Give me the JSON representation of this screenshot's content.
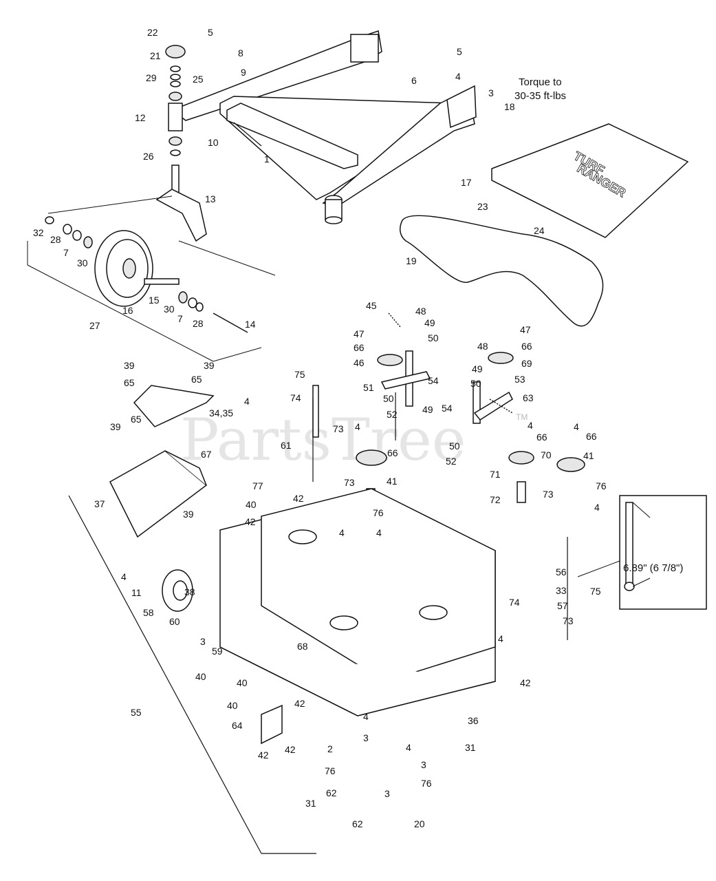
{
  "torque_note": [
    "Torque to",
    "30-35 ft-lbs"
  ],
  "dimension_note": "6.89\" (6 7/8\")",
  "watermark": "PartsTree",
  "trademark": "TM",
  "deck_brand": [
    "TURF",
    "RANGER"
  ],
  "callouts": [
    {
      "id": "c22",
      "text": "22"
    },
    {
      "id": "c21",
      "text": "21"
    },
    {
      "id": "c29",
      "text": "29"
    },
    {
      "id": "c12",
      "text": "12"
    },
    {
      "id": "c26",
      "text": "26"
    },
    {
      "id": "c5a",
      "text": "5"
    },
    {
      "id": "c8",
      "text": "8"
    },
    {
      "id": "c9",
      "text": "9"
    },
    {
      "id": "c25",
      "text": "25"
    },
    {
      "id": "c10",
      "text": "10"
    },
    {
      "id": "c1",
      "text": "1"
    },
    {
      "id": "c5b",
      "text": "5"
    },
    {
      "id": "c6",
      "text": "6"
    },
    {
      "id": "c4a",
      "text": "4"
    },
    {
      "id": "c3a",
      "text": "3"
    },
    {
      "id": "c18",
      "text": "18"
    },
    {
      "id": "c17",
      "text": "17"
    },
    {
      "id": "c23",
      "text": "23"
    },
    {
      "id": "c24",
      "text": "24"
    },
    {
      "id": "c19",
      "text": "19"
    },
    {
      "id": "c13",
      "text": "13"
    },
    {
      "id": "c32",
      "text": "32"
    },
    {
      "id": "c28a",
      "text": "28"
    },
    {
      "id": "c7a",
      "text": "7"
    },
    {
      "id": "c30a",
      "text": "30"
    },
    {
      "id": "c15",
      "text": "15"
    },
    {
      "id": "c16",
      "text": "16"
    },
    {
      "id": "c30b",
      "text": "30"
    },
    {
      "id": "c7b",
      "text": "7"
    },
    {
      "id": "c28b",
      "text": "28"
    },
    {
      "id": "c14",
      "text": "14"
    },
    {
      "id": "c27",
      "text": "27"
    },
    {
      "id": "c45",
      "text": "45"
    },
    {
      "id": "c48a",
      "text": "48"
    },
    {
      "id": "c49a",
      "text": "49"
    },
    {
      "id": "c47a",
      "text": "47"
    },
    {
      "id": "c50a",
      "text": "50"
    },
    {
      "id": "c66a",
      "text": "66"
    },
    {
      "id": "c46",
      "text": "46"
    },
    {
      "id": "c51",
      "text": "51"
    },
    {
      "id": "c54a",
      "text": "54"
    },
    {
      "id": "c50b",
      "text": "50"
    },
    {
      "id": "c52a",
      "text": "52"
    },
    {
      "id": "c49b",
      "text": "49"
    },
    {
      "id": "c47b",
      "text": "47"
    },
    {
      "id": "c66b",
      "text": "66"
    },
    {
      "id": "c48b",
      "text": "48"
    },
    {
      "id": "c69",
      "text": "69"
    },
    {
      "id": "c49c",
      "text": "49"
    },
    {
      "id": "c53",
      "text": "53"
    },
    {
      "id": "c50c",
      "text": "50"
    },
    {
      "id": "c63",
      "text": "63"
    },
    {
      "id": "c54b",
      "text": "54"
    },
    {
      "id": "c39a",
      "text": "39"
    },
    {
      "id": "c39b",
      "text": "39"
    },
    {
      "id": "c65a",
      "text": "65"
    },
    {
      "id": "c65b",
      "text": "65"
    },
    {
      "id": "c75a",
      "text": "75"
    },
    {
      "id": "c74a",
      "text": "74"
    },
    {
      "id": "c4b",
      "text": "4"
    },
    {
      "id": "c34",
      "text": "34,35"
    },
    {
      "id": "c73a",
      "text": "73"
    },
    {
      "id": "c39c",
      "text": "39"
    },
    {
      "id": "c65c",
      "text": "65"
    },
    {
      "id": "c61",
      "text": "61"
    },
    {
      "id": "c4c",
      "text": "4"
    },
    {
      "id": "c66c",
      "text": "66"
    },
    {
      "id": "c4d",
      "text": "4"
    },
    {
      "id": "c66d",
      "text": "66"
    },
    {
      "id": "c4e",
      "text": "4"
    },
    {
      "id": "c66e",
      "text": "66"
    },
    {
      "id": "c50d",
      "text": "50"
    },
    {
      "id": "c70",
      "text": "70"
    },
    {
      "id": "c41a",
      "text": "41"
    },
    {
      "id": "c52b",
      "text": "52"
    },
    {
      "id": "c41b",
      "text": "41"
    },
    {
      "id": "c67",
      "text": "67"
    },
    {
      "id": "c42a",
      "text": "42"
    },
    {
      "id": "c73b",
      "text": "73"
    },
    {
      "id": "c71",
      "text": "71"
    },
    {
      "id": "c76a",
      "text": "76"
    },
    {
      "id": "c77",
      "text": "77"
    },
    {
      "id": "c37",
      "text": "37"
    },
    {
      "id": "c39d",
      "text": "39"
    },
    {
      "id": "c72",
      "text": "72"
    },
    {
      "id": "c73c",
      "text": "73"
    },
    {
      "id": "c4f",
      "text": "4"
    },
    {
      "id": "c40a",
      "text": "40"
    },
    {
      "id": "c42b",
      "text": "42"
    },
    {
      "id": "c76b",
      "text": "76"
    },
    {
      "id": "c4g",
      "text": "4"
    },
    {
      "id": "c4h",
      "text": "4"
    },
    {
      "id": "c38",
      "text": "38"
    },
    {
      "id": "c4i",
      "text": "4"
    },
    {
      "id": "c11",
      "text": "11"
    },
    {
      "id": "c58",
      "text": "58"
    },
    {
      "id": "c60",
      "text": "60"
    },
    {
      "id": "c56",
      "text": "56"
    },
    {
      "id": "c33",
      "text": "33"
    },
    {
      "id": "c75b",
      "text": "75"
    },
    {
      "id": "c74b",
      "text": "74"
    },
    {
      "id": "c57",
      "text": "57"
    },
    {
      "id": "c73d",
      "text": "73"
    },
    {
      "id": "c3b",
      "text": "3"
    },
    {
      "id": "c59",
      "text": "59"
    },
    {
      "id": "c68",
      "text": "68"
    },
    {
      "id": "c4j",
      "text": "4"
    },
    {
      "id": "c40b",
      "text": "40"
    },
    {
      "id": "c40c",
      "text": "40"
    },
    {
      "id": "c42c",
      "text": "42"
    },
    {
      "id": "c42d",
      "text": "42"
    },
    {
      "id": "c55",
      "text": "55"
    },
    {
      "id": "c40d",
      "text": "40"
    },
    {
      "id": "c64",
      "text": "64"
    },
    {
      "id": "c42e",
      "text": "42"
    },
    {
      "id": "c42f",
      "text": "42"
    },
    {
      "id": "c36",
      "text": "36"
    },
    {
      "id": "c4k",
      "text": "4"
    },
    {
      "id": "c2",
      "text": "2"
    },
    {
      "id": "c3c",
      "text": "3"
    },
    {
      "id": "c4l",
      "text": "4"
    },
    {
      "id": "c31a",
      "text": "31"
    },
    {
      "id": "c76c",
      "text": "76"
    },
    {
      "id": "c3d",
      "text": "3"
    },
    {
      "id": "c76d",
      "text": "76"
    },
    {
      "id": "c31b",
      "text": "31"
    },
    {
      "id": "c62a",
      "text": "62"
    },
    {
      "id": "c3e",
      "text": "3"
    },
    {
      "id": "c62b",
      "text": "62"
    },
    {
      "id": "c20",
      "text": "20"
    }
  ]
}
